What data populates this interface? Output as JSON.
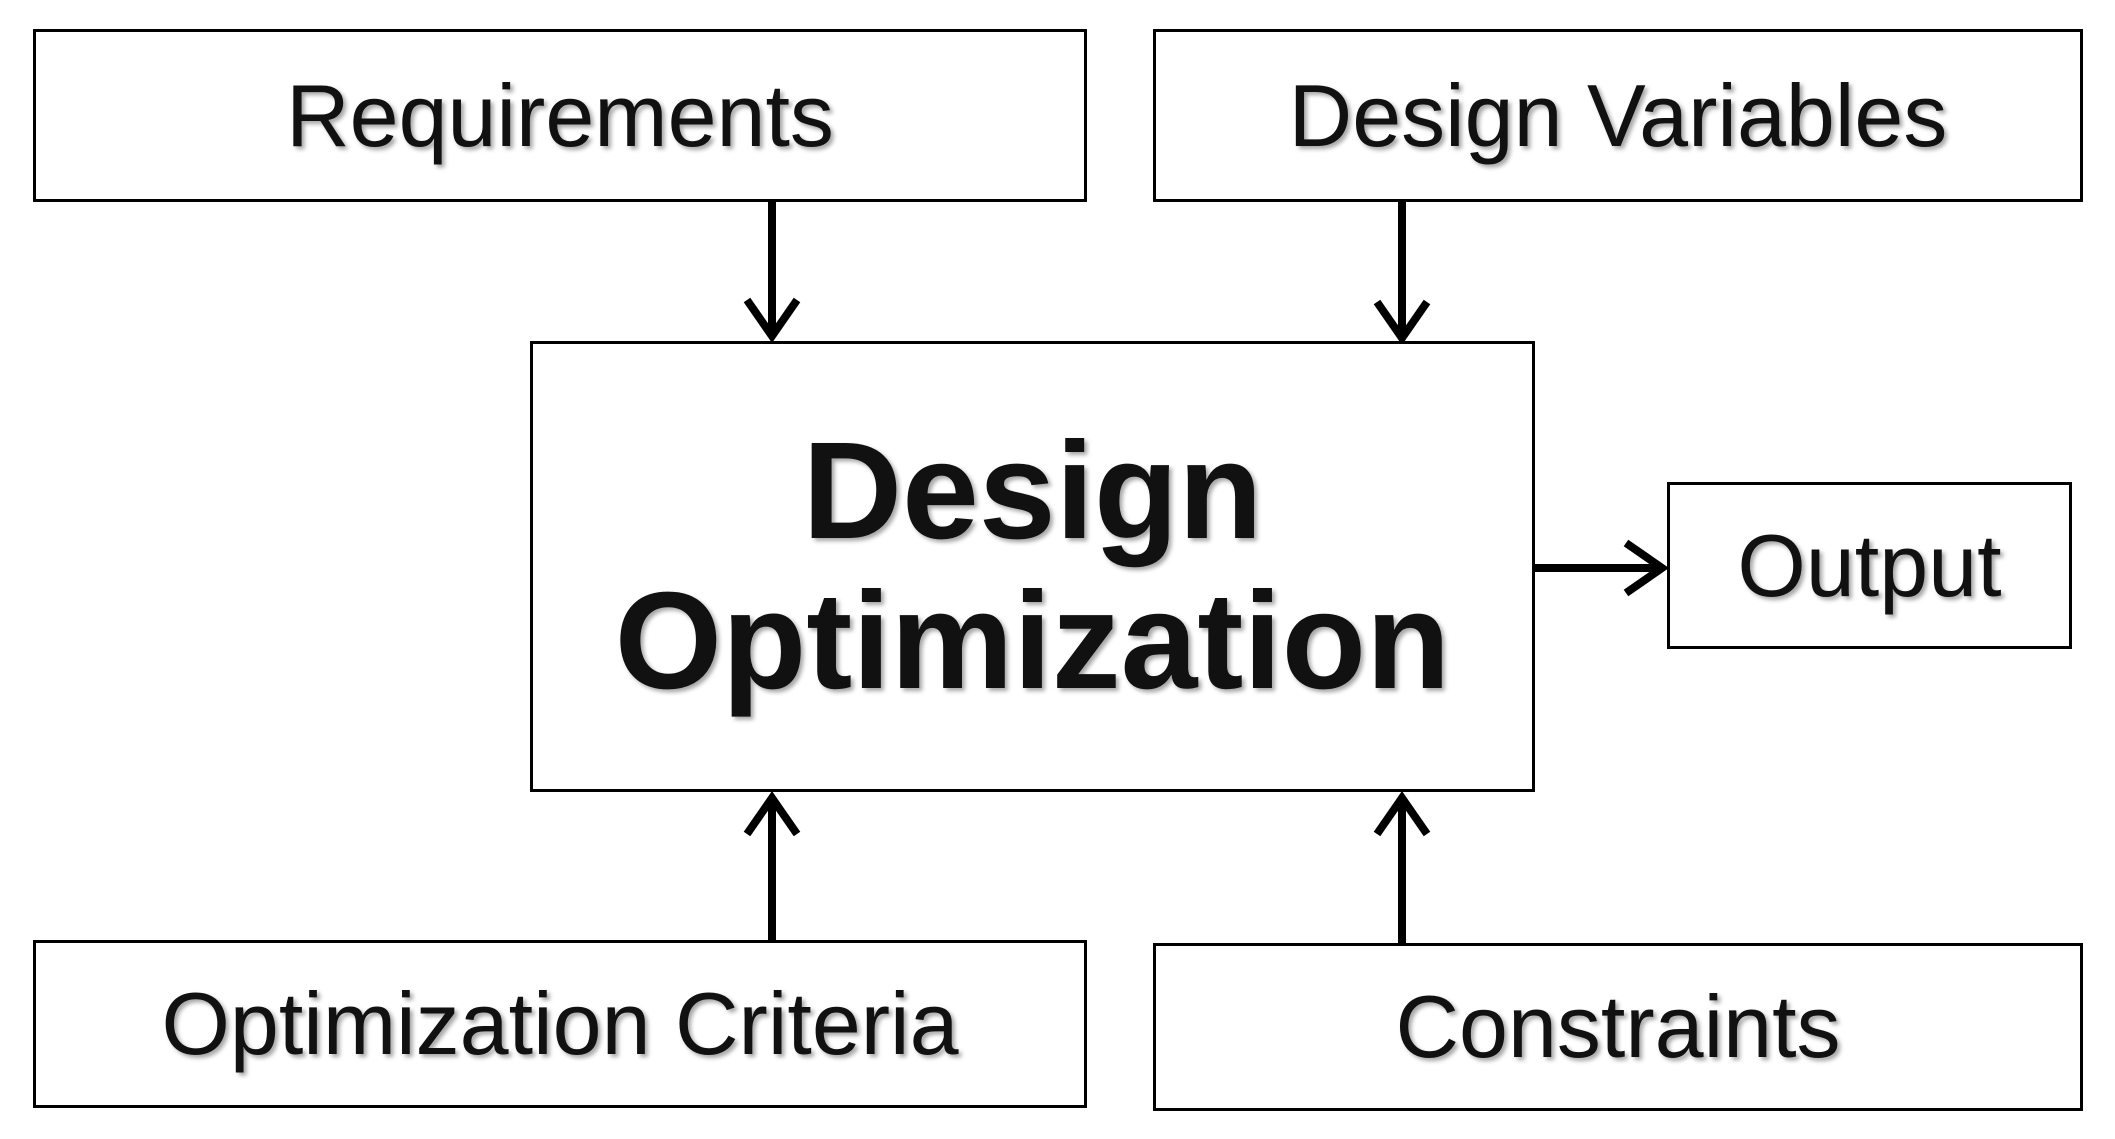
{
  "diagram": {
    "center": {
      "line1": "Design",
      "line2": "Optimization"
    },
    "inputs": {
      "requirements": "Requirements",
      "design_variables": "Design Variables",
      "optimization_criteria": "Optimization Criteria",
      "constraints": "Constraints"
    },
    "output": "Output"
  },
  "colors": {
    "background": "#ffffff",
    "border": "#000000",
    "text": "#111111"
  }
}
